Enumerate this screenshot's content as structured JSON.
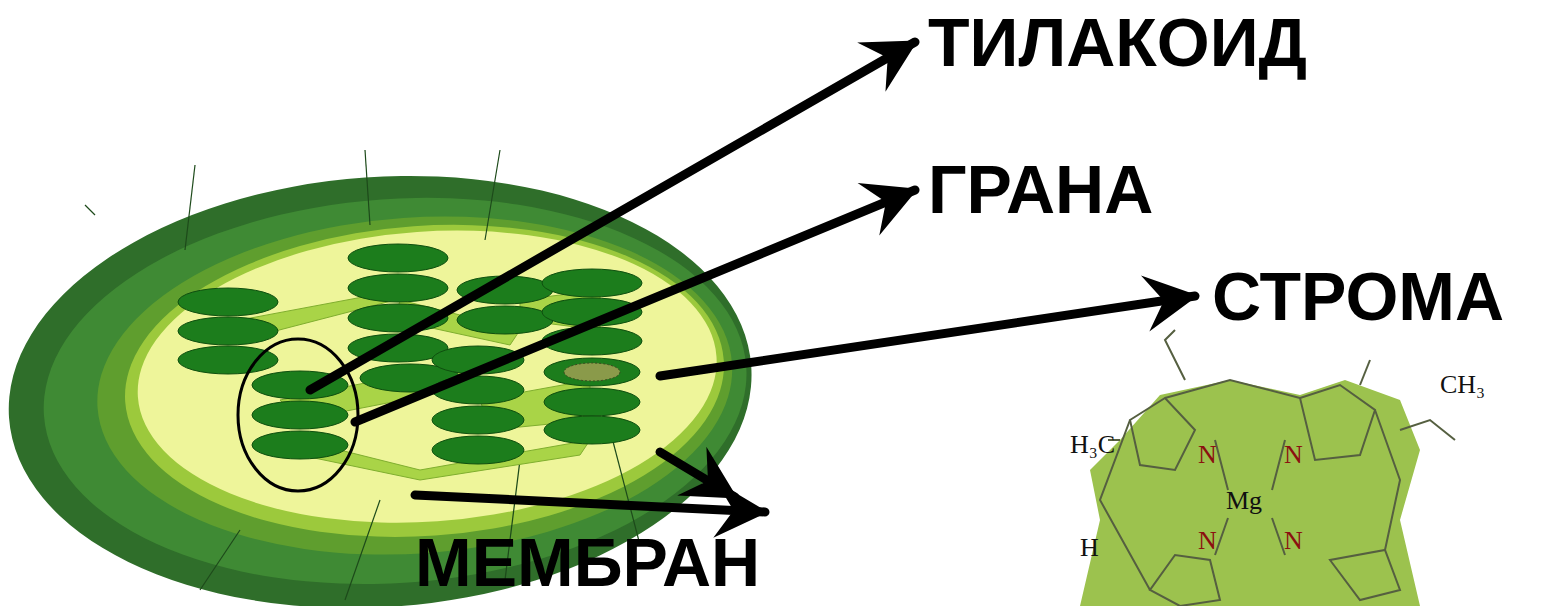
{
  "diagram": {
    "labels": [
      "ТИЛАКОИД",
      "ГРАНА",
      "СТРОМА",
      "МЕМБРАН",
      "CH₃",
      "H₃C",
      "N",
      "N",
      "Mg",
      "N",
      "N",
      "H"
    ]
  }
}
